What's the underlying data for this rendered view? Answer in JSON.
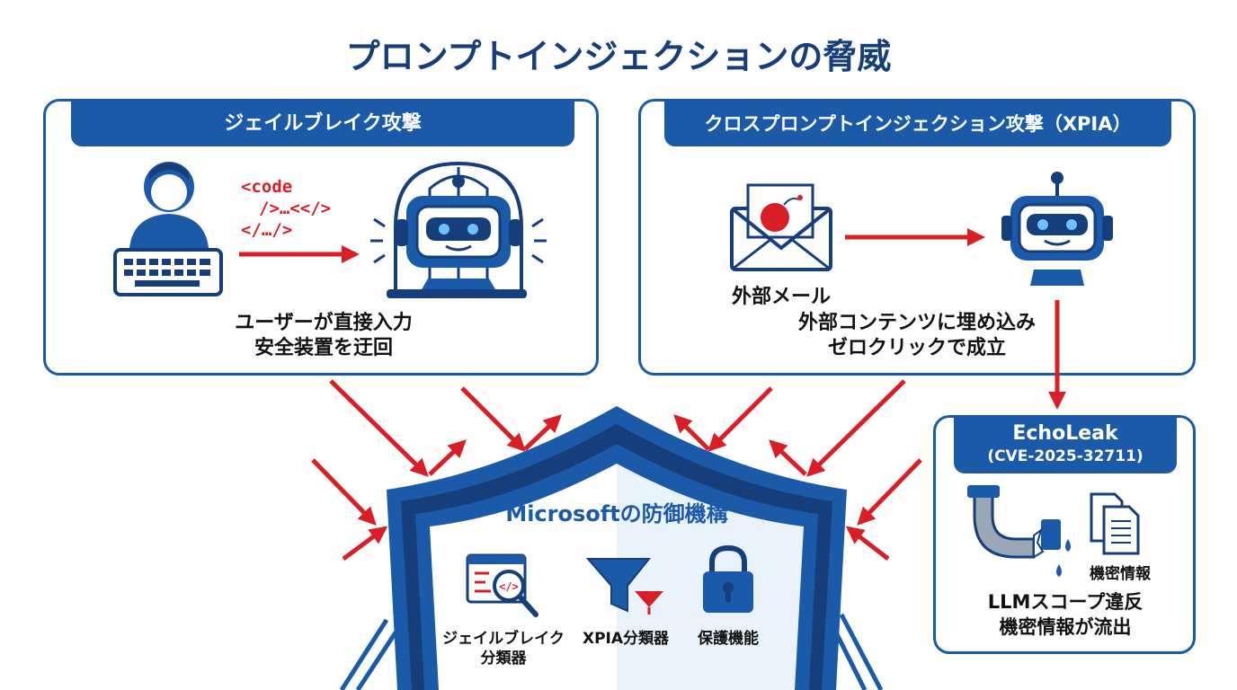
{
  "title": "プロンプトインジェクションの脅威",
  "jailbreak": {
    "header": "ジェイルブレイク攻撃",
    "code_lines": [
      "<code",
      "/>…<</>",
      "</…/>"
    ],
    "caption_line1": "ユーザーが直接入力",
    "caption_line2": "安全装置を迂回"
  },
  "xpia": {
    "header": "クロスプロンプトインジェクション攻撃（XPIA）",
    "email_label": "外部メール",
    "caption_line1": "外部コンテンツに埋め込み",
    "caption_line2": "ゼロクリックで成立"
  },
  "echoleak": {
    "header_line1": "EchoLeak",
    "header_line2": "(CVE-2025-32711)",
    "doc_label": "機密情報",
    "caption_line1": "LLMスコープ違反",
    "caption_line2": "機密情報が流出"
  },
  "defense": {
    "title": "Microsoftの防御機構",
    "items": [
      {
        "label_line1": "ジェイルブレイク",
        "label_line2": "分類器",
        "icon": "code-scan-icon"
      },
      {
        "label_line1": "XPIA分類器",
        "label_line2": "",
        "icon": "filter-icon"
      },
      {
        "label_line1": "保護機能",
        "label_line2": "",
        "icon": "lock-icon"
      }
    ]
  },
  "colors": {
    "primary_blue": "#1a5aa8",
    "dark_blue": "#153e7a",
    "threat_red": "#d81f26",
    "shield_fill": "#eaf2fb"
  }
}
